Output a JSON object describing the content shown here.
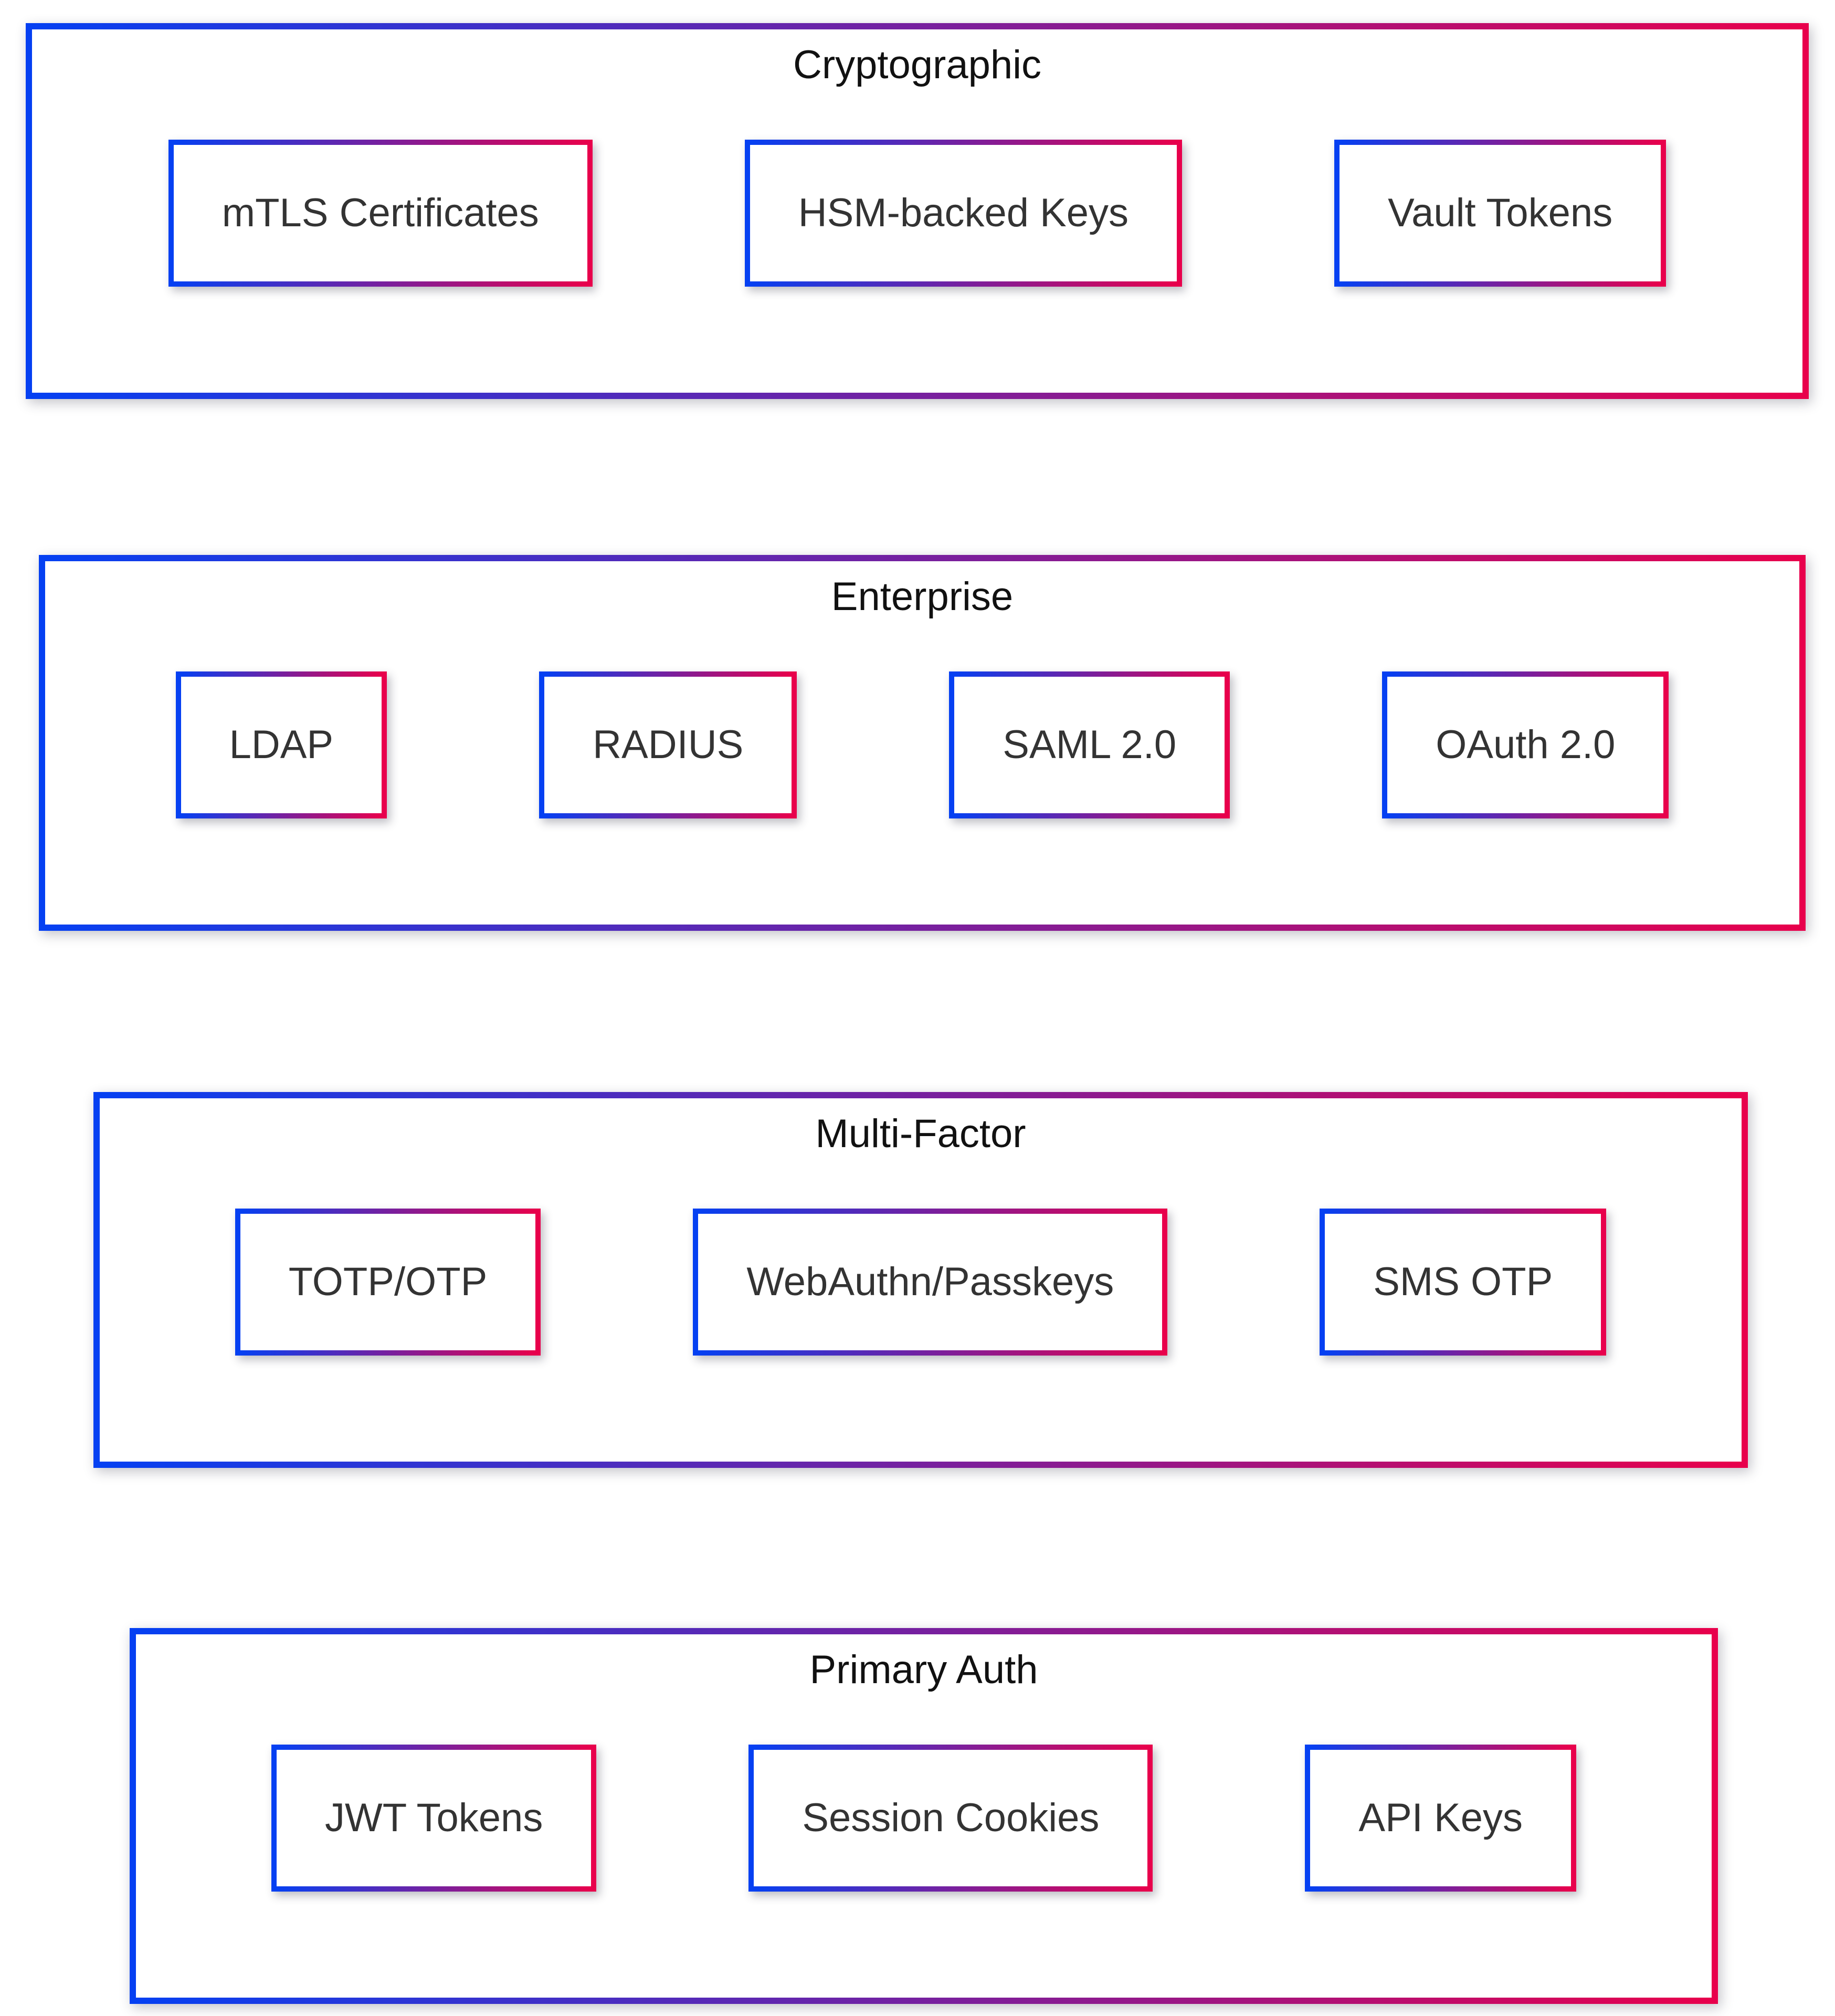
{
  "colors": {
    "gradient_start": "#0540F2",
    "gradient_end": "#E8004C",
    "box_fill": "#ffffff",
    "title_color": "#111111",
    "label_color": "#333333",
    "background": "#ffffff"
  },
  "sections": [
    {
      "title": "Cryptographic",
      "items": [
        "mTLS Certificates",
        "HSM-backed Keys",
        "Vault Tokens"
      ]
    },
    {
      "title": "Enterprise",
      "items": [
        "LDAP",
        "RADIUS",
        "SAML 2.0",
        "OAuth 2.0"
      ]
    },
    {
      "title": "Multi-Factor",
      "items": [
        "TOTP/OTP",
        "WebAuthn/Passkeys",
        "SMS OTP"
      ]
    },
    {
      "title": "Primary Auth",
      "items": [
        "JWT Tokens",
        "Session Cookies",
        "API Keys"
      ]
    }
  ]
}
